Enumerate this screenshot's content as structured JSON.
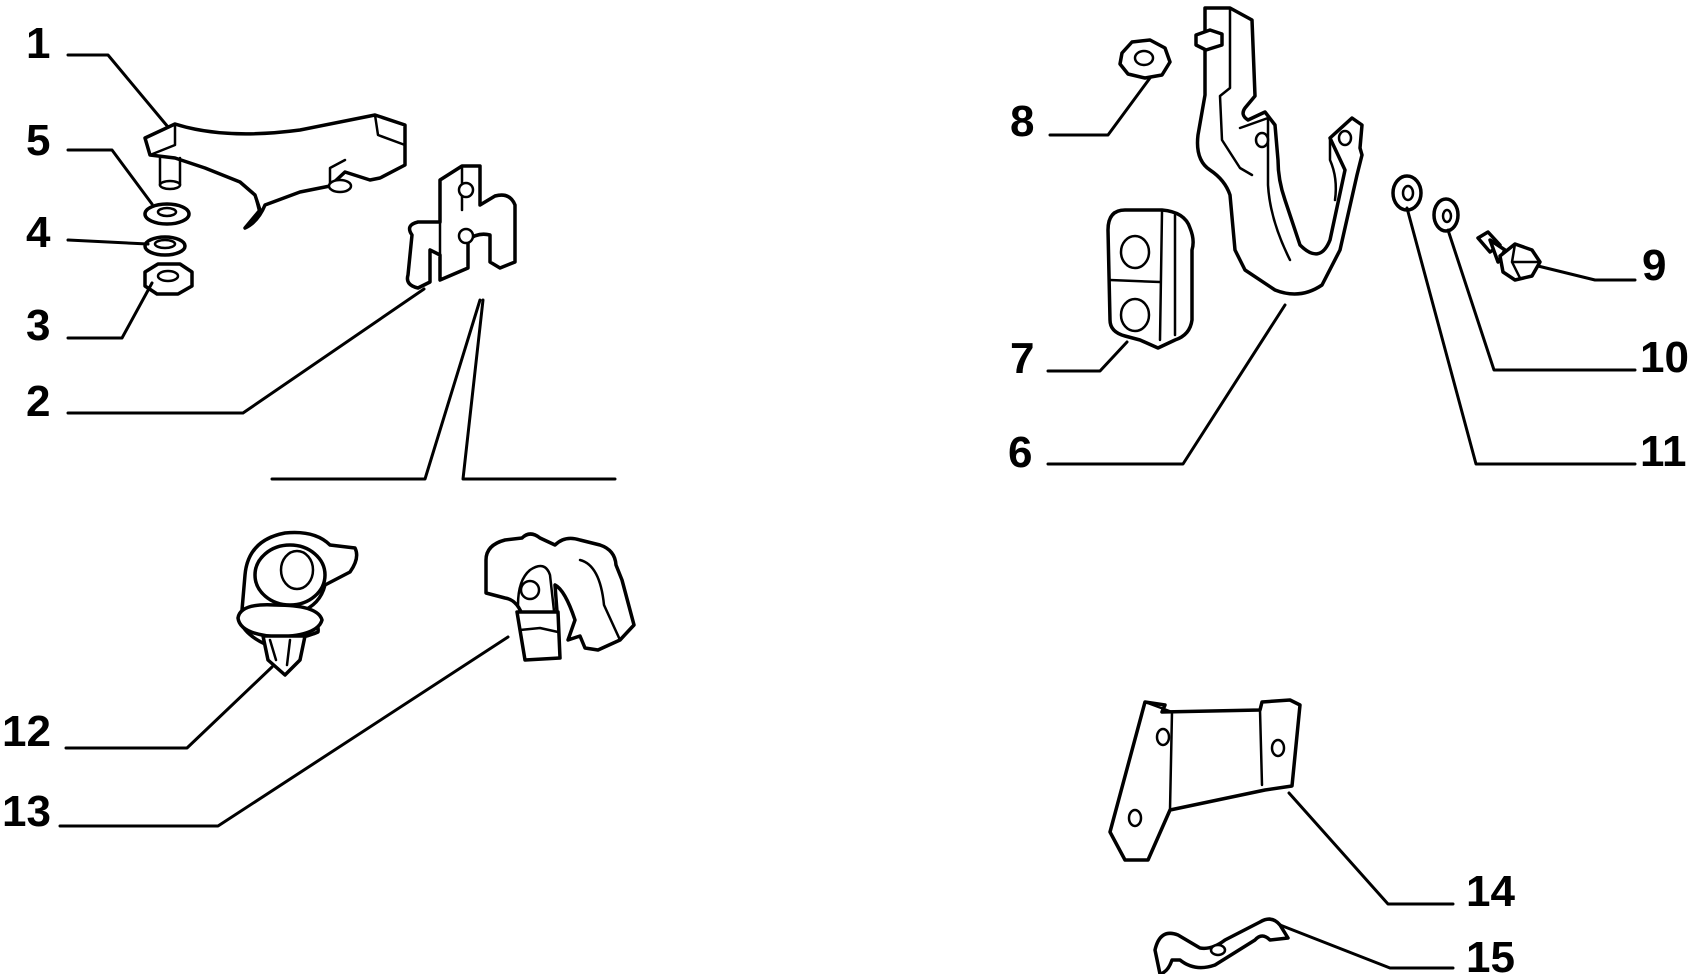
{
  "callouts": [
    {
      "id": "1",
      "label": "1"
    },
    {
      "id": "2",
      "label": "2"
    },
    {
      "id": "3",
      "label": "3"
    },
    {
      "id": "4",
      "label": "4"
    },
    {
      "id": "5",
      "label": "5"
    },
    {
      "id": "6",
      "label": "6"
    },
    {
      "id": "7",
      "label": "7"
    },
    {
      "id": "8",
      "label": "8"
    },
    {
      "id": "9",
      "label": "9"
    },
    {
      "id": "10",
      "label": "10"
    },
    {
      "id": "11",
      "label": "11"
    },
    {
      "id": "12",
      "label": "12"
    },
    {
      "id": "13",
      "label": "13"
    },
    {
      "id": "14",
      "label": "14"
    },
    {
      "id": "15",
      "label": "15"
    }
  ]
}
